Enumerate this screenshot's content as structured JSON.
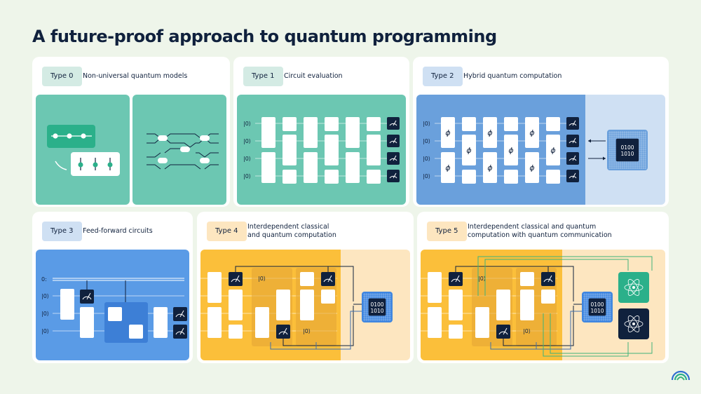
{
  "title": "A future-proof approach to quantum programming",
  "ket": "|0⟩",
  "creg": "0:",
  "phi": "ϕ",
  "binary": [
    "0100",
    "1010"
  ],
  "colors": {
    "background": "#eef5ea",
    "teal": "#6cc7b2",
    "teal_dark": "#2bb08a",
    "blue": "#6aa0dc",
    "blue_light": "#cfe0f3",
    "blue_bright": "#5a9be6",
    "yellow": "#fbbf3a",
    "yellow_light": "#fde6c0",
    "navy": "#10213d",
    "green": "#3fb37a"
  },
  "cards": [
    {
      "badge": "Type 0",
      "title": "Non-universal quantum models"
    },
    {
      "badge": "Type 1",
      "title": "Circuit evaluation"
    },
    {
      "badge": "Type 2",
      "title": "Hybrid quantum computation"
    },
    {
      "badge": "Type 3",
      "title": "Feed-forward circuits"
    },
    {
      "badge": "Type 4",
      "title": "Interdependent classical",
      "title2": "and quantum computation"
    },
    {
      "badge": "Type 5",
      "title": "Interdependent classical and quantum",
      "title2": "computation with quantum communication"
    }
  ]
}
